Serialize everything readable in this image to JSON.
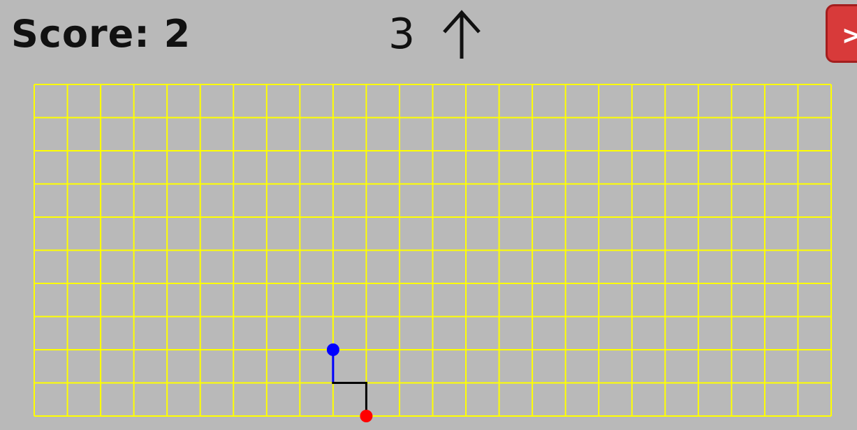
{
  "hud": {
    "score_text": "Score: 2",
    "counter": "3",
    "direction": "up",
    "close_icon": "close-icon"
  },
  "grid": {
    "cols": 24,
    "rows": 10,
    "line_color": "#ffff00",
    "background": "#b9b9b9"
  },
  "path": {
    "start": {
      "col": 9,
      "row": 8,
      "color": "#0000ff"
    },
    "end": {
      "col": 10,
      "row": 10,
      "color": "#ff0000"
    },
    "segments": [
      {
        "from": [
          9,
          8
        ],
        "to": [
          9,
          9
        ],
        "color": "#0000ff"
      },
      {
        "from": [
          9,
          9
        ],
        "to": [
          10,
          9
        ],
        "color": "#000000"
      },
      {
        "from": [
          10,
          9
        ],
        "to": [
          10,
          10
        ],
        "color": "#000000"
      }
    ]
  }
}
